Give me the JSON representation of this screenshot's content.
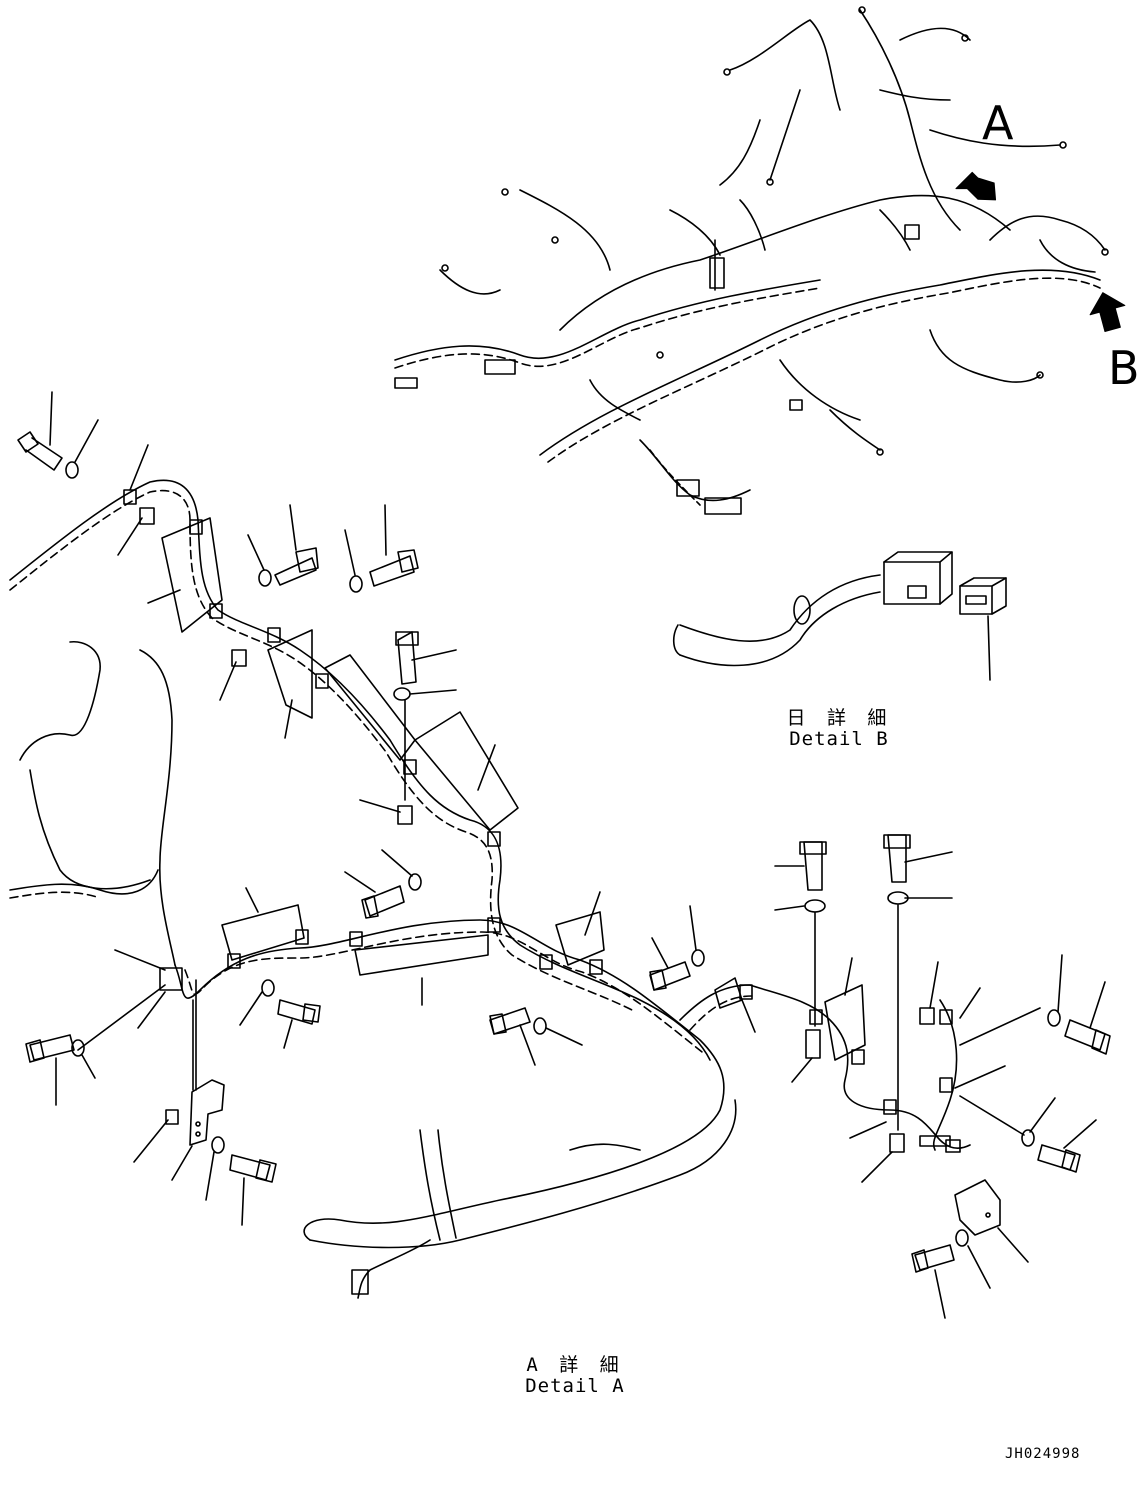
{
  "arrows": {
    "a_letter": "A",
    "b_letter": "B"
  },
  "detail_b": {
    "jp": "日 詳 細",
    "en": "Detail B"
  },
  "detail_a": {
    "jp": "A 詳 細",
    "en": "Detail A"
  },
  "drawing_code": "JH024998",
  "colors": {
    "line": "#000000",
    "background": "#ffffff"
  }
}
